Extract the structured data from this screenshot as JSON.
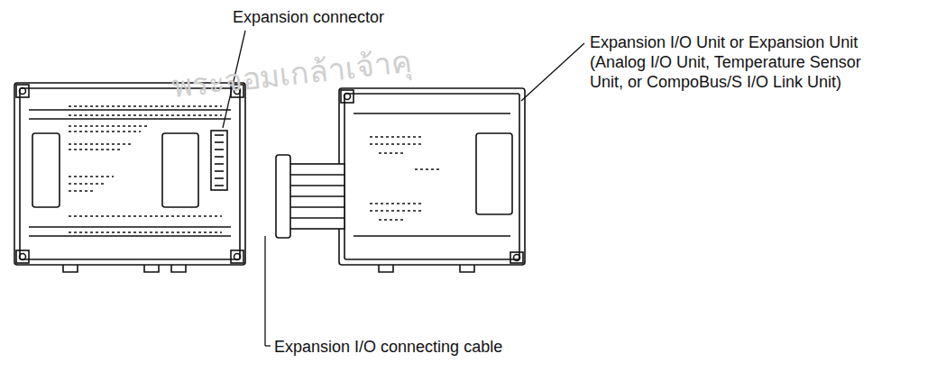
{
  "diagram": {
    "labels": [
      "พระจอมเกล้าเจ้าคุ",
      "Expansion connector",
      "Expansion I/O Unit or Expansion Unit (Analog I/O Unit, Temperature Sensor Unit, or CompoBus/S I/O Link Unit)",
      "Expansion I/O connecting cable"
    ]
  }
}
